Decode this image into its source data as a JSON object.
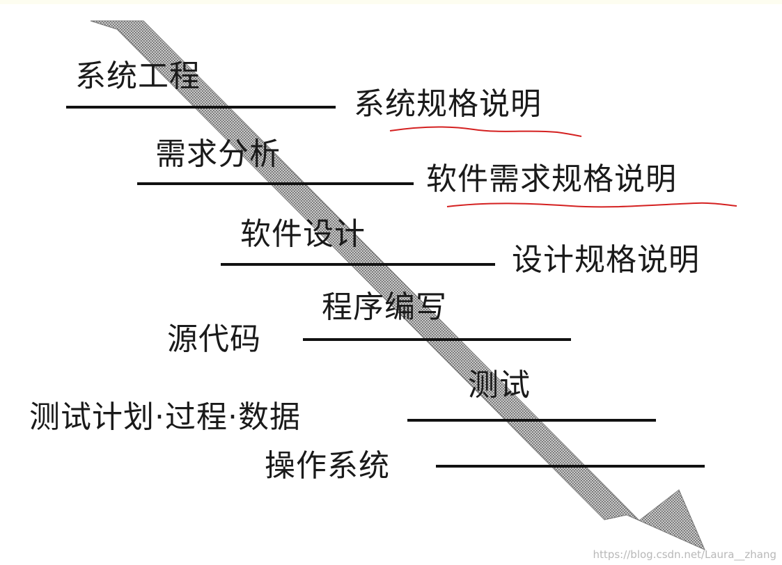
{
  "phases": [
    {
      "phase": "系统工程",
      "output": "系统规格说明"
    },
    {
      "phase": "需求分析",
      "output": "软件需求规格说明"
    },
    {
      "phase": "软件设计",
      "output": "设计规格说明"
    },
    {
      "phase": "程序编写",
      "output": "源代码"
    },
    {
      "phase": "测试",
      "output": "测试计划·过程·数据"
    },
    {
      "phase": "",
      "output": "操作系统"
    }
  ],
  "watermark": "https://blog.csdn.net/Laura__zhang",
  "colors": {
    "text": "#1a1a1a",
    "line": "#111111",
    "arrow_fill": "#b0b0b0",
    "arrow_dot": "#5a5a5a",
    "annotation_underline": "#d42020"
  }
}
